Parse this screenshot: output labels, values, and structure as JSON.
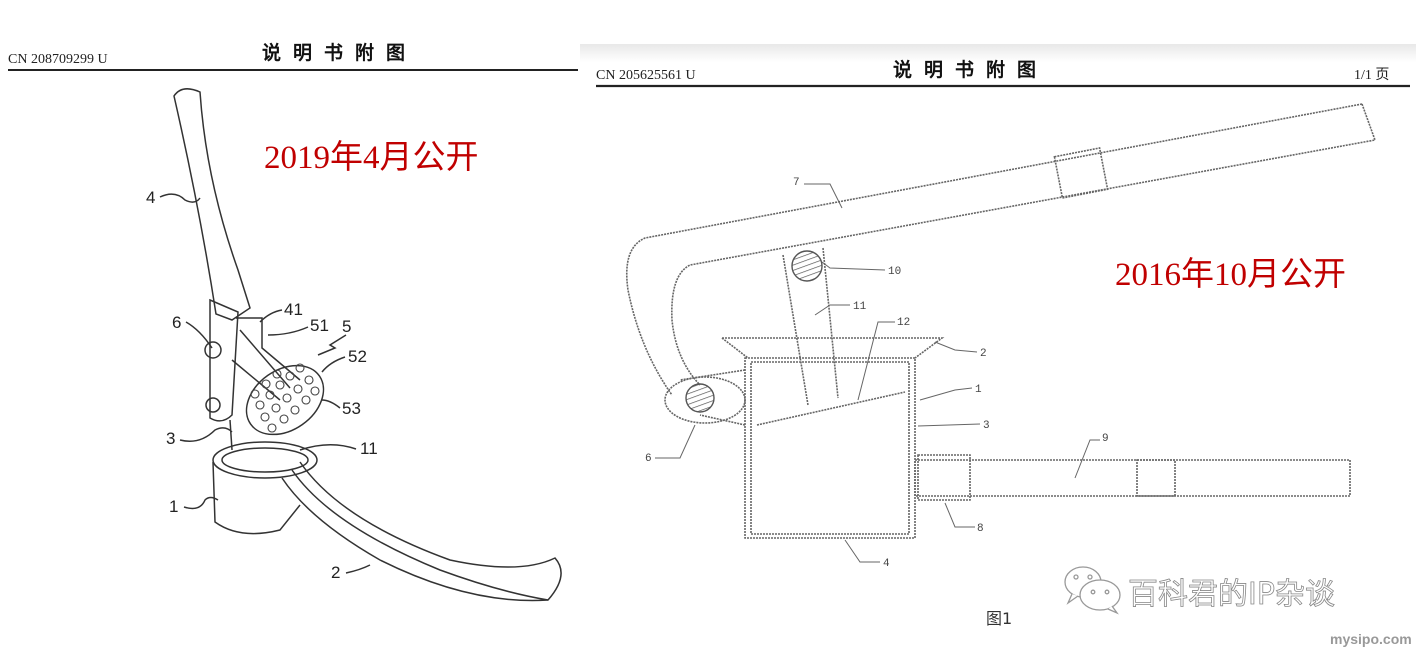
{
  "left_doc": {
    "patent_number": "CN 208709299 U",
    "header_title": "说明书附图",
    "publication_note": "2019年4月公开",
    "labels": [
      "4",
      "6",
      "41",
      "51",
      "5",
      "52",
      "53",
      "3",
      "11",
      "1",
      "2"
    ]
  },
  "right_doc": {
    "patent_number": "CN 205625561 U",
    "header_title": "说明书附图",
    "page": "1/1 页",
    "publication_note": "2016年10月公开",
    "labels": [
      "7",
      "10",
      "11",
      "12",
      "2",
      "1",
      "3",
      "9",
      "6",
      "8",
      "4"
    ],
    "figure_caption": "图1"
  },
  "watermark": {
    "account": "百科君的IP杂谈",
    "site": "mysipo.com",
    "icon": "wechat-icon"
  }
}
